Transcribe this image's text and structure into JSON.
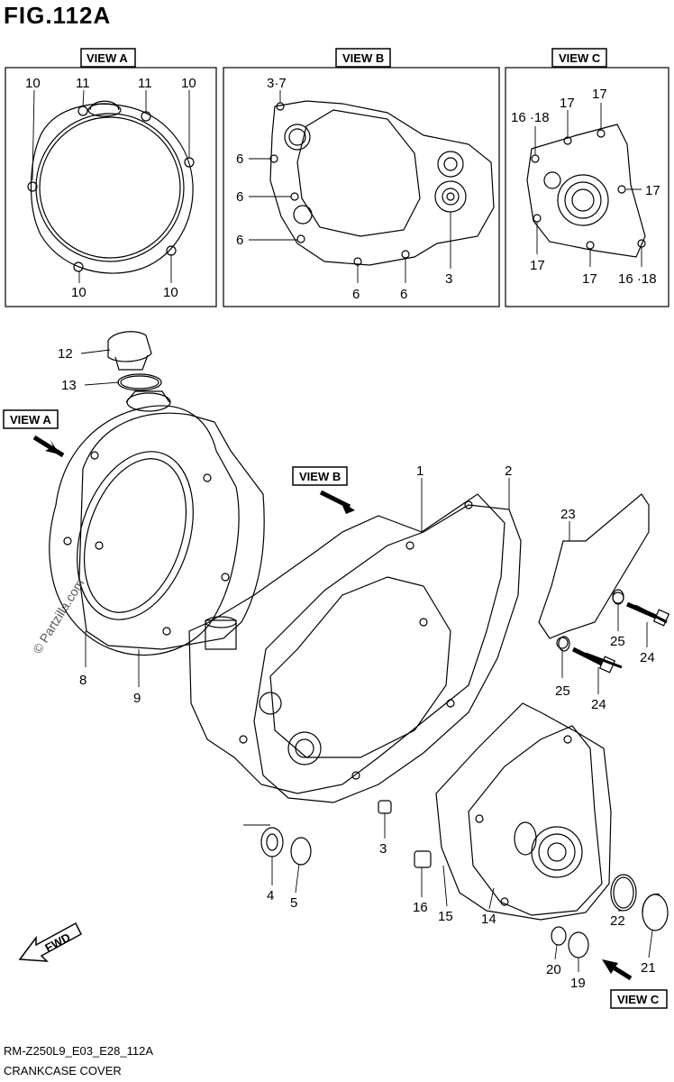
{
  "figure": {
    "title": "FIG.112A",
    "code": "RM-Z250L9_E03_E28_112A",
    "caption": "CRANKCASE COVER",
    "watermark": "© Partzilla.com"
  },
  "views": {
    "a": "VIEW A",
    "b": "VIEW B",
    "c": "VIEW C"
  },
  "view_a_callouts": [
    "10",
    "11",
    "11",
    "10",
    "10",
    "10"
  ],
  "view_b_callouts": [
    "3·7",
    "6",
    "6",
    "6",
    "6",
    "6",
    "3"
  ],
  "view_c_callouts": [
    "16 ·18",
    "17",
    "17",
    "17",
    "17",
    "17",
    "16 ·18"
  ],
  "main_callouts": [
    "12",
    "13",
    "8",
    "9",
    "1",
    "2",
    "23",
    "25",
    "24",
    "25",
    "24",
    "3",
    "4",
    "5",
    "16",
    "15",
    "14",
    "20",
    "19",
    "22",
    "21"
  ],
  "fwd_label": "FWD",
  "colors": {
    "line": "#000000",
    "background": "#ffffff"
  }
}
